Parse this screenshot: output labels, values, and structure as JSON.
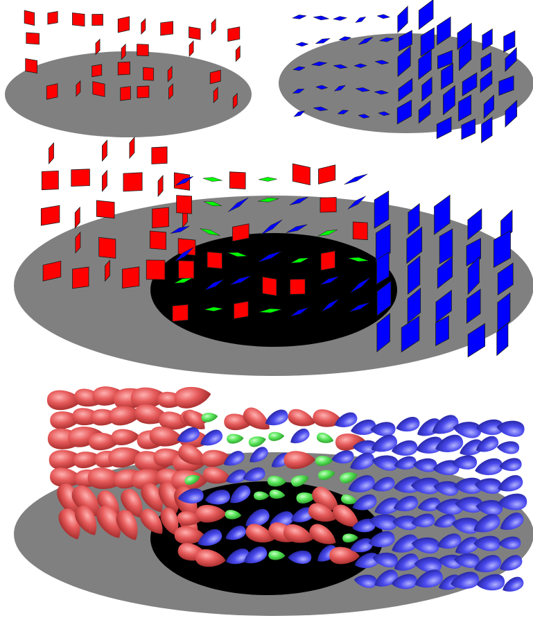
{
  "colors": {
    "background": "#ffffff",
    "floor": "#808080",
    "hole": "#000000",
    "red_material": "#ff0000",
    "red_shaded": "#e65a5a",
    "blue_material": "#0000ff",
    "blue_shaded": "#4a4aee",
    "green_material": "#00ff00",
    "green_shaded": "#5ae65a",
    "outline": "#1a1a1a"
  },
  "panels": [
    {
      "id": "panel-top-left",
      "glyph": "plane",
      "color": "red",
      "has_hole": false
    },
    {
      "id": "panel-top-right",
      "glyph": "plane",
      "color": "blue",
      "has_hole": false
    },
    {
      "id": "panel-middle",
      "glyph": "plane",
      "colors": [
        "red",
        "blue",
        "green"
      ],
      "has_hole": true
    },
    {
      "id": "panel-bottom",
      "glyph": "teardrop",
      "colors": [
        "red",
        "blue",
        "green"
      ],
      "has_hole": true
    }
  ]
}
